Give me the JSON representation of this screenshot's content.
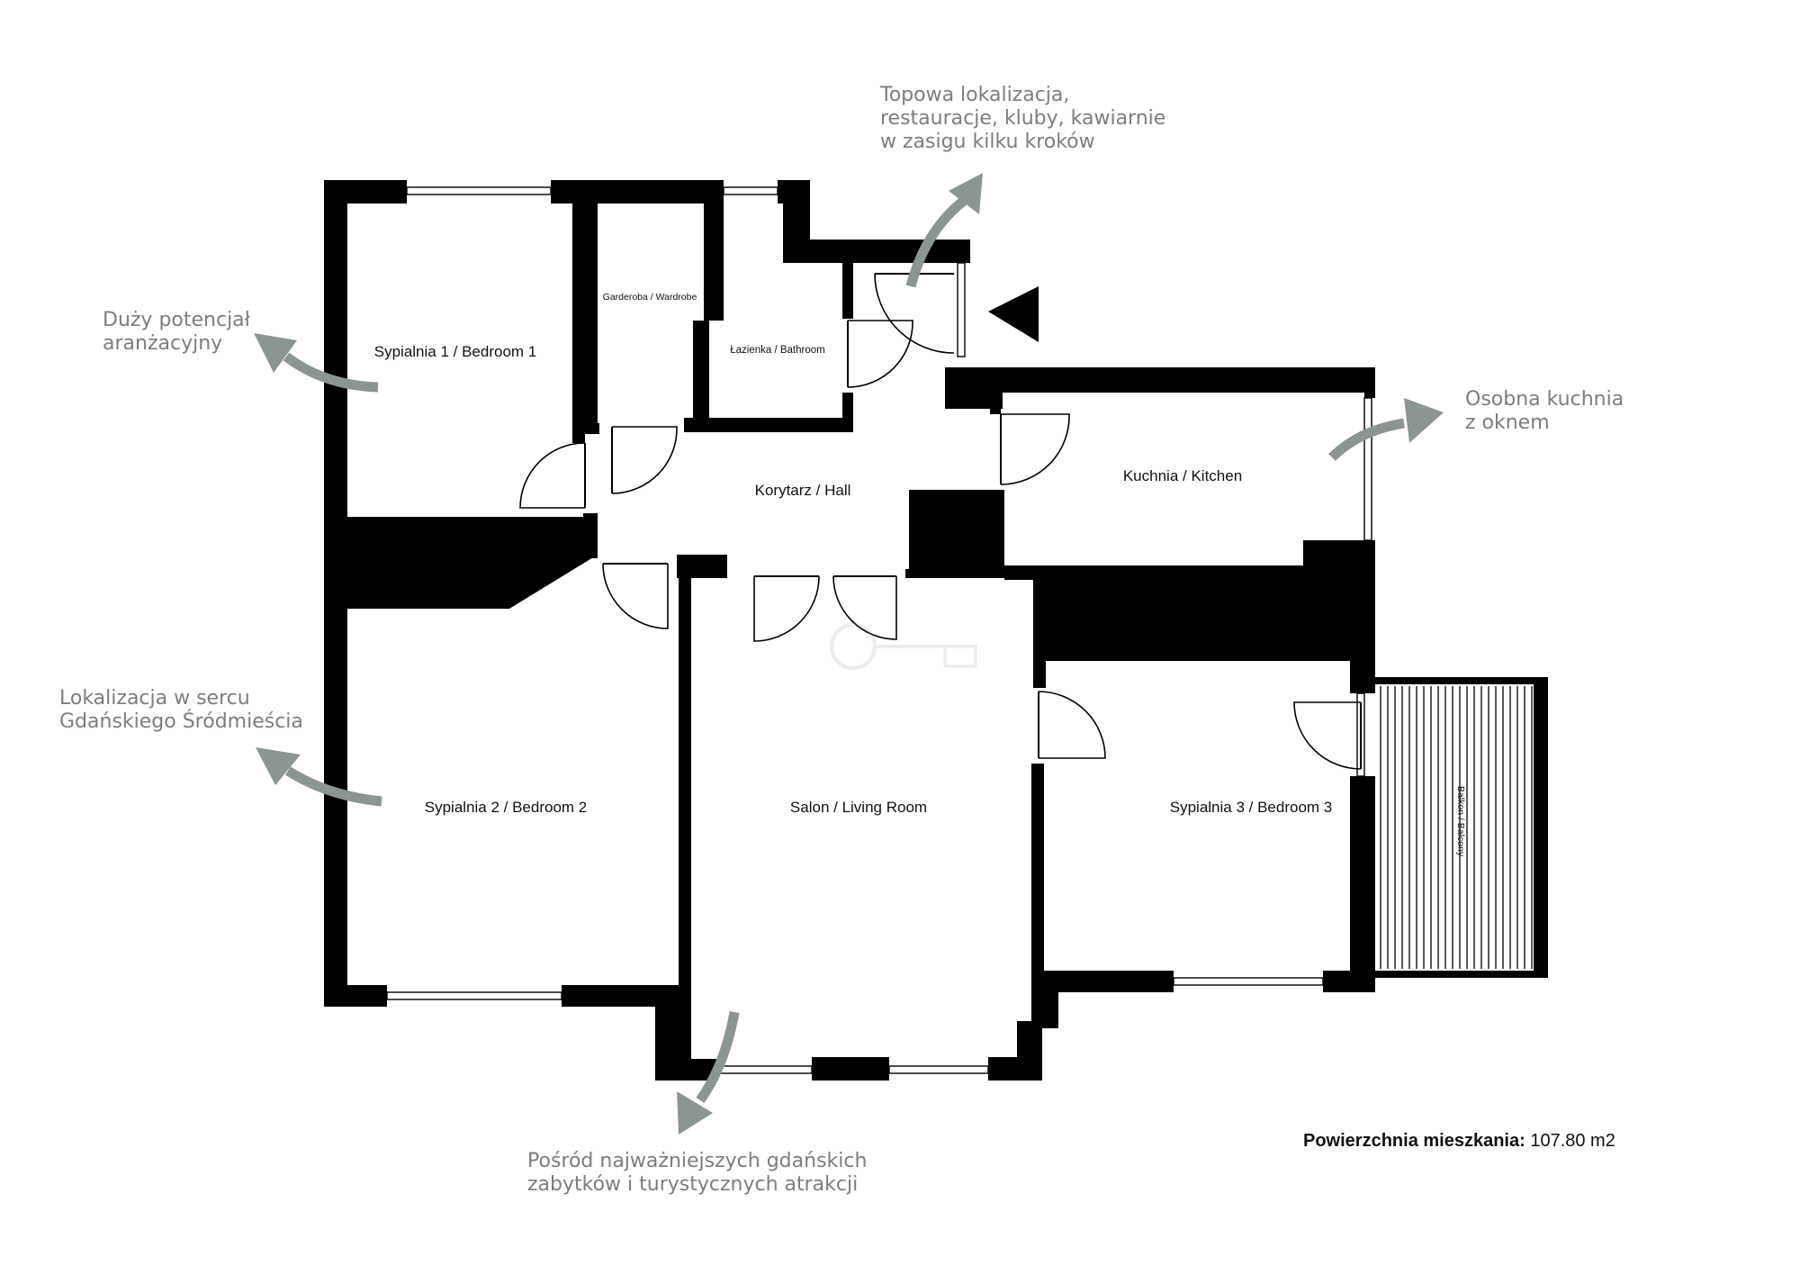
{
  "rooms": {
    "bedroom1": "Sypialnia 1 / Bedroom 1",
    "wardrobe": "Garderoba / Wardrobe",
    "bathroom": "Łazienka / Bathroom",
    "hall": "Korytarz / Hall",
    "kitchen": "Kuchnia / Kitchen",
    "bedroom2": "Sypialnia 2 / Bedroom 2",
    "living": "Salon / Living Room",
    "bedroom3": "Sypialnia 3 / Bedroom 3",
    "balcony": "Balkon / Balcony"
  },
  "annotations": {
    "top_line1": "Topowa lokalizacja,",
    "top_line2": "restauracje, kluby, kawiarnie",
    "top_line3": "w zasigu kilku kroków",
    "left1_line1": "Duży potencjał",
    "left1_line2": "aranżacyjny",
    "left2_line1": "Lokalizacja w sercu",
    "left2_line2": "Gdańskiego Śródmieścia",
    "right_line1": "Osobna kuchnia",
    "right_line2": "z oknem",
    "bottom_line1": "Pośród najważniejszych gdańskich",
    "bottom_line2": "zabytków i turystycznych atrakcji"
  },
  "area": {
    "label": "Powierzchnia mieszkania:",
    "value": "107.80 m2"
  },
  "colors": {
    "wall": "#000000",
    "annotation_arrow": "#8c9690",
    "annotation_text": "#7d7d7d"
  },
  "icons": {
    "entrance": "entrance-triangle-icon",
    "watermark": "key-watermark-icon"
  }
}
